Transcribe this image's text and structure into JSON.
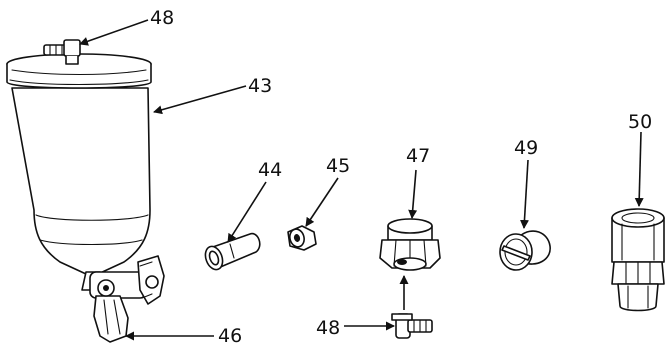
{
  "callouts": {
    "cup_lid_vent": "48",
    "cup": "43",
    "sleeve": "44",
    "nut": "45",
    "valve": "46",
    "adapter": "47",
    "elbow_fitting": "48",
    "cap": "49",
    "coupler": "50"
  },
  "colors": {
    "line": "#111111",
    "background": "#ffffff"
  }
}
